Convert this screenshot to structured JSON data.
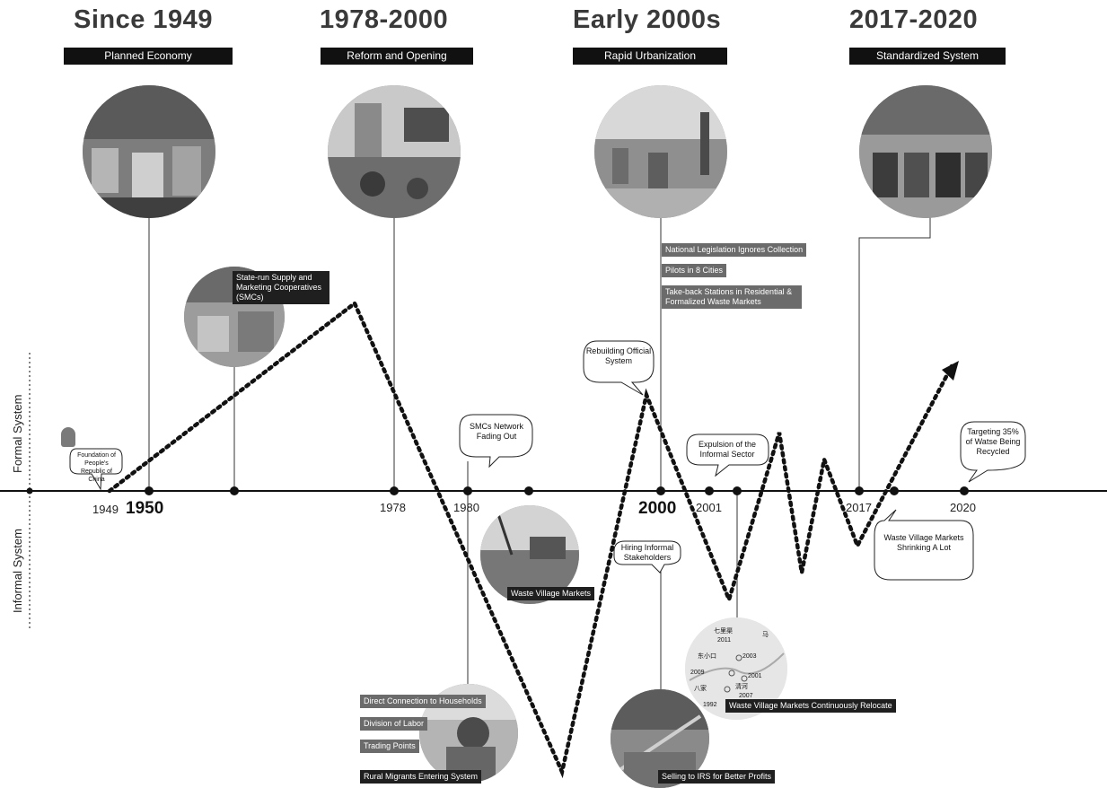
{
  "eras": [
    {
      "title": "Since 1949",
      "label": "Planned Economy"
    },
    {
      "title": "1978-2000",
      "label": "Reform and Opening"
    },
    {
      "title": "Early 2000s",
      "label": "Rapid Urbanization"
    },
    {
      "title": "2017-2020",
      "label": "Standardized System"
    }
  ],
  "axis": {
    "formal": "Formal System",
    "informal": "Informal System"
  },
  "years": {
    "y1949": "1949",
    "y1950": "1950",
    "y1978": "1978",
    "y1980": "1980",
    "y2000": "2000",
    "y2001": "2001",
    "y2017": "2017",
    "y2020": "2020"
  },
  "bubbles": {
    "prc": "Foundation of People's Republic of China",
    "smc_fading": "SMCs Network Fading Out",
    "rebuilding": "Rebuilding Official System",
    "expulsion": "Expulsion of the Informal Sector",
    "targeting": "Targeting 35% of Watse Being Recycled",
    "hiring": "Hiring Informal Stakeholders",
    "shrinking": "Waste Village Markets Shrinking A Lot"
  },
  "tags": {
    "smc": "State-run Supply and Marketing Cooperatives (SMCs)",
    "legislation": "National Legislation Ignores Collection",
    "pilots": "Pilots in 8 Cities",
    "takeback": "Take-back Stations in Residential & Formalized Waste Markets",
    "waste_village": "Waste Village Markets",
    "direct": "Direct Connection to Households",
    "division": "Division of Labor",
    "trading": "Trading Points",
    "rural": "Rural Migrants Entering System",
    "selling": "Selling to IRS for Better Profits",
    "relocate": "Waste Village Markets Continuously Relocate"
  },
  "map": {
    "places": [
      "七里渠",
      "东小口",
      "八家",
      "清河",
      "马"
    ],
    "years": [
      "2011",
      "2003",
      "2009",
      "2001",
      "2007",
      "1992"
    ]
  }
}
